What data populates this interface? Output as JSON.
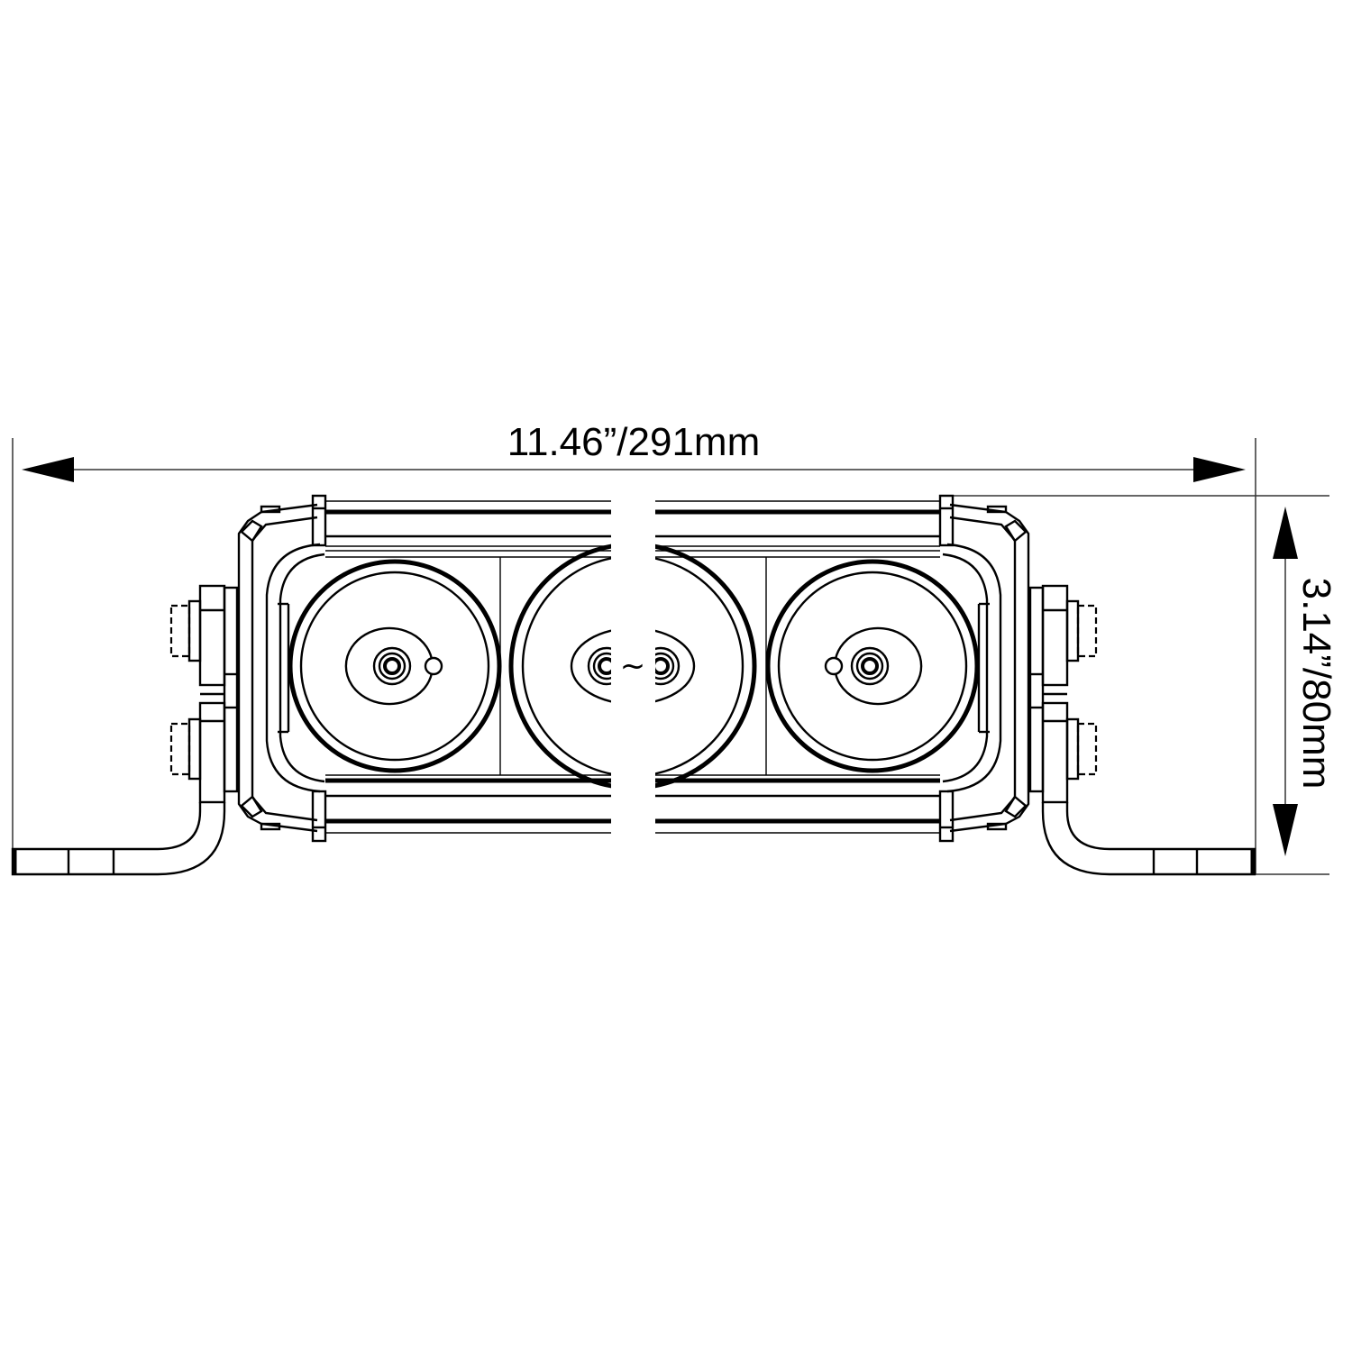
{
  "drawing": {
    "title": "LED light bar dimension drawing",
    "break_symbol": "~",
    "colors": {
      "line": "#000000",
      "background": "#ffffff"
    }
  },
  "dimensions": {
    "width": {
      "label": "11.46”/291mm",
      "inches": 11.46,
      "mm": 291,
      "orientation": "horizontal"
    },
    "height": {
      "label": "3.14”/80mm",
      "inches": 3.14,
      "mm": 80,
      "orientation": "vertical"
    }
  },
  "components": {
    "lenses_visible": 3,
    "mounting_brackets": 2,
    "bolts_per_bracket": 2
  }
}
